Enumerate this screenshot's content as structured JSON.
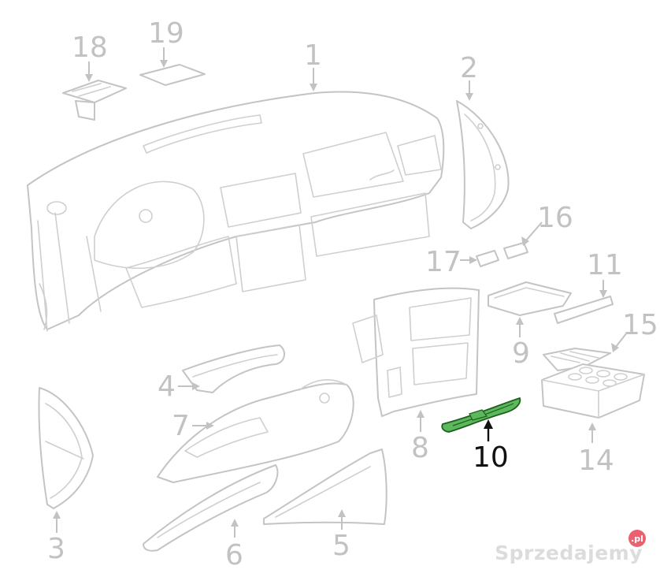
{
  "diagram": {
    "colors": {
      "line": "#c4c4c4",
      "label": "#c2c2c2",
      "highlight_fill": "#5cb85c",
      "highlight_stroke": "#1f5f1f",
      "highlight_label": "#111111"
    },
    "labels": {
      "p1": "1",
      "p2": "2",
      "p3": "3",
      "p4": "4",
      "p5": "5",
      "p6": "6",
      "p7": "7",
      "p8": "8",
      "p9": "9",
      "p10": "10",
      "p11": "11",
      "p14": "14",
      "p15": "15",
      "p16": "16",
      "p17": "17",
      "p18": "18",
      "p19": "19"
    },
    "highlighted_part": "10"
  },
  "watermark": {
    "text": "Sprzedajemy",
    "badge": ".pl"
  }
}
